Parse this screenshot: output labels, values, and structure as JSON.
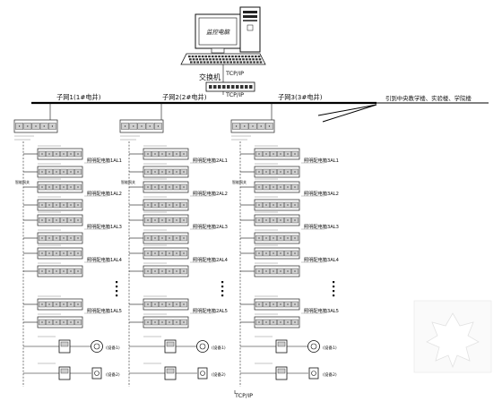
{
  "top": {
    "monitor_label": "监控电脑",
    "protocol_top": "TCP/IP",
    "switch_label": "交换机",
    "protocol_mid": "TCP/IP",
    "protocol_bottom": "TCP/IP"
  },
  "backbone": {
    "subnets": [
      {
        "label": "子网1(1#电井)"
      },
      {
        "label": "子网2(2#电井)"
      },
      {
        "label": "子网3(3#电井)"
      }
    ],
    "uplink_note": "引到中央教学楼、实验楼、学院楼"
  },
  "columns": [
    {
      "gateway_note": "智能网关",
      "panels": [
        {
          "label": "照明配电箱1AL1"
        },
        {
          "label": "照明配电箱1AL2"
        },
        {
          "label": "照明配电箱1AL3"
        },
        {
          "label": "照明配电箱1AL4"
        },
        {
          "label": "照明配电箱1AL5"
        }
      ],
      "devices": [
        {
          "label": "(设备1)"
        },
        {
          "label": "(设备2)"
        }
      ]
    },
    {
      "gateway_note": "智能网关",
      "panels": [
        {
          "label": "照明配电箱2AL1"
        },
        {
          "label": "照明配电箱2AL2"
        },
        {
          "label": "照明配电箱2AL3"
        },
        {
          "label": "照明配电箱2AL4"
        },
        {
          "label": "照明配电箱2AL5"
        }
      ],
      "devices": [
        {
          "label": "(设备1)"
        },
        {
          "label": "(设备2)"
        }
      ]
    },
    {
      "gateway_note": "智能网关",
      "panels": [
        {
          "label": "照明配电箱3AL1"
        },
        {
          "label": "照明配电箱3AL2"
        },
        {
          "label": "照明配电箱3AL3"
        },
        {
          "label": "照明配电箱3AL4"
        },
        {
          "label": "照明配电箱3AL5"
        }
      ],
      "devices": [
        {
          "label": "(设备1)"
        },
        {
          "label": "(设备2)"
        }
      ]
    }
  ]
}
